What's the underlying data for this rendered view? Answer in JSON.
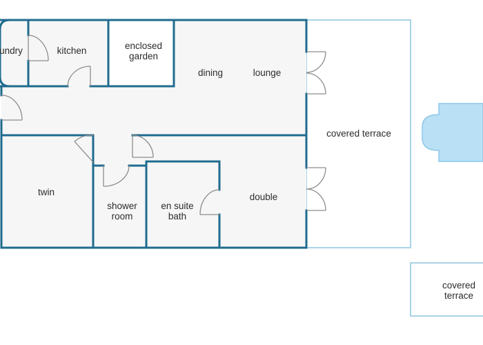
{
  "colors": {
    "wall": "#1f6b8e",
    "terrace_outline": "#a9d3e6",
    "floor": "#f6f6f6",
    "door": "#8c8c8c",
    "pool": "#b9e0f5",
    "pool_outline": "#8cc8e8",
    "text": "#2b2b2b"
  },
  "rooms": {
    "laundry": "undry",
    "kitchen": "kitchen",
    "garden": [
      "enclosed",
      "garden"
    ],
    "dining": "dining",
    "lounge": "lounge",
    "terrace_main": "covered terrace",
    "twin": "twin",
    "shower": [
      "shower",
      "room"
    ],
    "ensuite": [
      "en suite",
      "bath"
    ],
    "double": "double",
    "terrace_lower": [
      "covered",
      "terrace"
    ]
  }
}
